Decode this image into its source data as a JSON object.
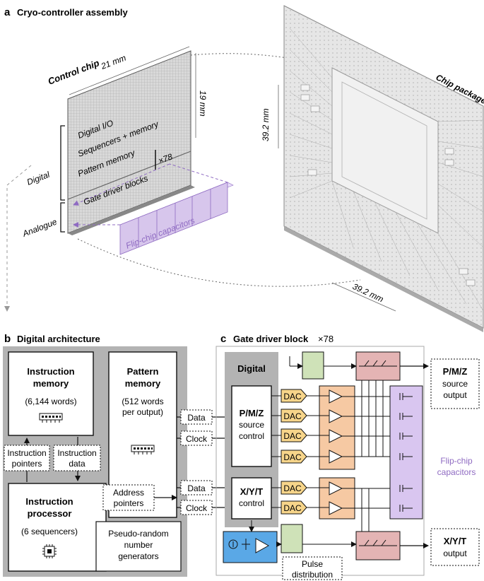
{
  "panel_a": {
    "letter": "a",
    "title": "Cryo-controller assembly",
    "control_chip_label": "Control chip",
    "width_label": "21 mm",
    "height_label": "19 mm",
    "blocks": [
      "Digital I/O",
      "Sequencers + memory",
      "Pattern memory",
      "Gate driver blocks"
    ],
    "multiplier": "×78",
    "digital_label": "Digital",
    "analogue_label": "Analogue",
    "capacitors_label": "Flip-chip capacitors",
    "package_label": "Chip package",
    "package_side_label": "39.2 mm",
    "package_bottom_label": "39.2 mm",
    "colors": {
      "purple": "#8f6bc2",
      "purple_fill": "#d7c6ec"
    }
  },
  "panel_b": {
    "letter": "b",
    "title": "Digital architecture",
    "instruction_memory": {
      "title_line1": "Instruction",
      "title_line2": "memory",
      "detail": "(6,144 words)"
    },
    "instruction_pointers": {
      "line1": "Instruction",
      "line2": "pointers"
    },
    "instruction_data": {
      "line1": "Instruction",
      "line2": "data"
    },
    "instruction_processor": {
      "title_line1": "Instruction",
      "title_line2": "processor",
      "detail": "(6 sequencers)"
    },
    "pattern_memory": {
      "title_line1": "Pattern",
      "title_line2": "memory",
      "detail_line1": "(512 words",
      "detail_line2": "per output)"
    },
    "address_pointers": {
      "line1": "Address",
      "line2": "pointers"
    },
    "prng": {
      "line1": "Pseudo-random",
      "line2": "number",
      "line3": "generators"
    },
    "colors": {
      "panel_bg": "#b3b3b3"
    }
  },
  "links": {
    "data_top": "Data",
    "clock_top": "Clock",
    "data_bottom": "Data",
    "clock_bottom": "Clock"
  },
  "panel_c": {
    "letter": "c",
    "title": "Gate driver block",
    "multiplier": "×78",
    "digital_label": "Digital",
    "pmz_control": {
      "line1": "P/M/Z",
      "line2": "source",
      "line3": "control"
    },
    "xyt_control": {
      "line1": "X/Y/T",
      "line2": "control"
    },
    "dac_label": "DAC",
    "pmz_output": {
      "line1": "P/M/Z",
      "line2": "source",
      "line3": "output"
    },
    "xyt_output": {
      "line1": "X/Y/T",
      "line2": "output"
    },
    "flipchip": {
      "line1": "Flip-chip",
      "line2": "capacitors"
    },
    "pulse": {
      "line1": "Pulse",
      "line2": "distribution"
    },
    "colors": {
      "dac": "#f7d58a",
      "amp": "#f6c9a3",
      "switch": "#e4b4b4",
      "mux": "#cfe2b8",
      "cap": "#d9c6f0",
      "blue": "#5aa8e6",
      "digital_bg": "#b3b3b3",
      "flipchip_text": "#8f6bc2"
    }
  }
}
